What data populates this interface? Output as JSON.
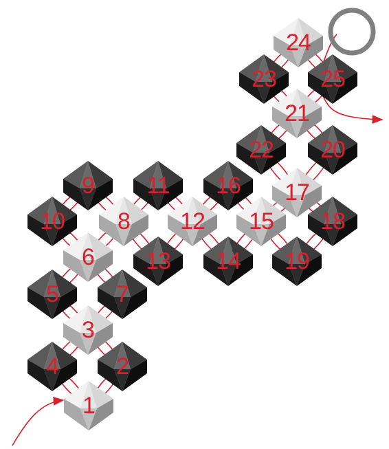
{
  "colors": {
    "thread": "#d9202c",
    "label": "#d9202c",
    "ring": "#808080",
    "dark_bead": "#1e1e1e",
    "light_bead": "#c8c8c8"
  },
  "beads": [
    {
      "label": "1",
      "tone": "light"
    },
    {
      "label": "2",
      "tone": "dark"
    },
    {
      "label": "3",
      "tone": "light"
    },
    {
      "label": "4",
      "tone": "dark"
    },
    {
      "label": "5",
      "tone": "dark"
    },
    {
      "label": "6",
      "tone": "light"
    },
    {
      "label": "7",
      "tone": "dark"
    },
    {
      "label": "8",
      "tone": "light"
    },
    {
      "label": "9",
      "tone": "dark"
    },
    {
      "label": "10",
      "tone": "dark"
    },
    {
      "label": "11",
      "tone": "dark"
    },
    {
      "label": "12",
      "tone": "light"
    },
    {
      "label": "13",
      "tone": "dark"
    },
    {
      "label": "14",
      "tone": "dark"
    },
    {
      "label": "15",
      "tone": "light"
    },
    {
      "label": "16",
      "tone": "dark"
    },
    {
      "label": "17",
      "tone": "light"
    },
    {
      "label": "18",
      "tone": "dark"
    },
    {
      "label": "19",
      "tone": "dark"
    },
    {
      "label": "20",
      "tone": "dark"
    },
    {
      "label": "21",
      "tone": "light"
    },
    {
      "label": "22",
      "tone": "dark"
    },
    {
      "label": "23",
      "tone": "dark"
    },
    {
      "label": "24",
      "tone": "light"
    },
    {
      "label": "25",
      "tone": "dark"
    }
  ]
}
